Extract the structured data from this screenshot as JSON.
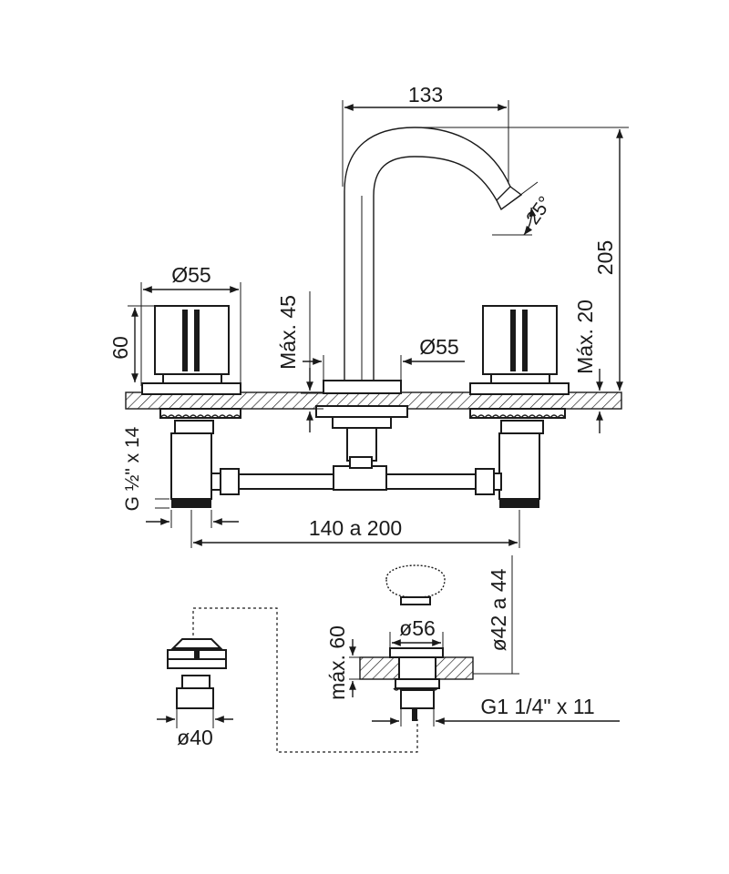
{
  "dimensions": {
    "spout_reach": "133",
    "spout_angle": "25°",
    "total_height": "205",
    "handle_diameter": "Ø55",
    "handle_height": "60",
    "max_deck_left": "Máx. 45",
    "spout_base_diameter": "Ø55",
    "max_deck_right": "Máx. 20",
    "inlet_thread": "G ½\" x 14",
    "center_distance": "140 a 200",
    "drain_max": "máx. 60",
    "drain_flange": "ø56",
    "drain_hole": "ø42 a 44",
    "drain_thread": "G1 1/4\" x 11",
    "detail_diameter": "ø40"
  },
  "colors": {
    "line": "#1a1a1a",
    "background": "#ffffff"
  }
}
